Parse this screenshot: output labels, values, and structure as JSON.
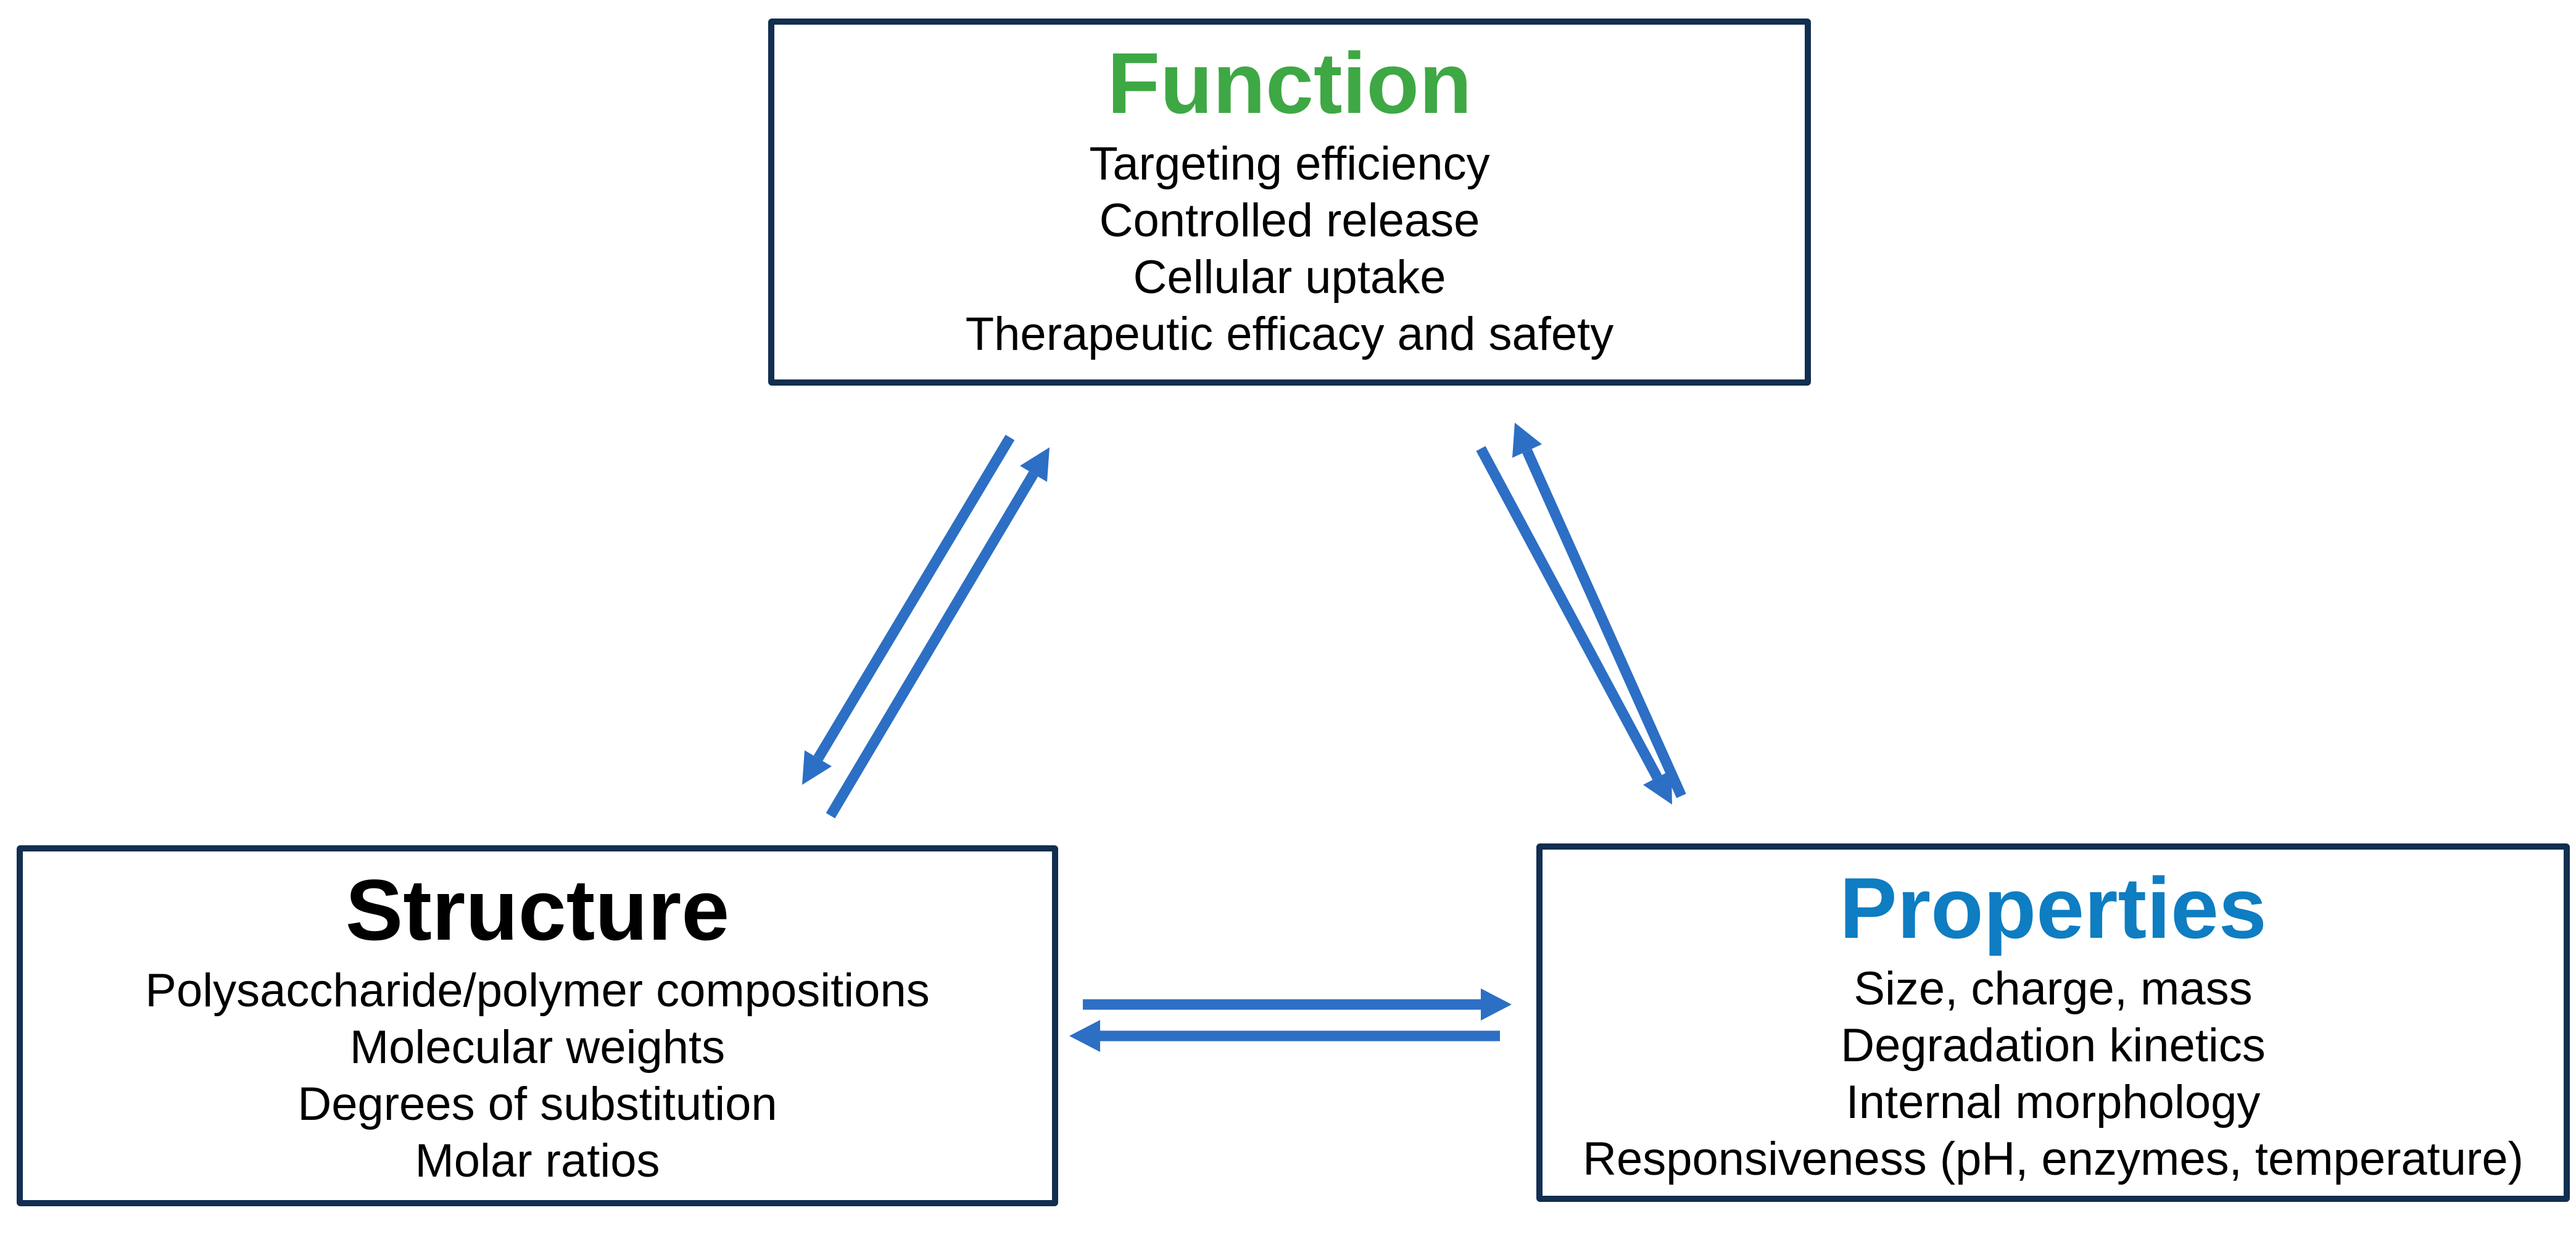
{
  "colors": {
    "background": "#FFFFFF",
    "navy_border": "#122E50",
    "arrow_blue": "#2C6FC5",
    "function_green": "#3EA844",
    "properties_blue": "#0E7DC2",
    "structure_black": "#000000",
    "body_text": "#000000"
  },
  "boxes": {
    "function": {
      "title": "Function",
      "items": [
        "Targeting efficiency",
        "Controlled release",
        "Cellular uptake",
        "Therapeutic efficacy and safety"
      ]
    },
    "structure": {
      "title": "Structure",
      "items": [
        "Polysaccharide/polymer compositions",
        "Molecular weights",
        "Degrees of substitution",
        "Molar ratios"
      ]
    },
    "properties": {
      "title": "Properties",
      "items": [
        "Size, charge, mass",
        "Degradation kinetics",
        "Internal morphology",
        "Responsiveness (pH, enzymes, temperature)"
      ]
    }
  },
  "arrows": [
    {
      "between": [
        "Structure",
        "Function"
      ],
      "type": "double-headed diagonal pair"
    },
    {
      "between": [
        "Function",
        "Properties"
      ],
      "type": "double-headed diagonal pair"
    },
    {
      "between": [
        "Structure",
        "Properties"
      ],
      "type": "double-headed horizontal pair"
    }
  ]
}
